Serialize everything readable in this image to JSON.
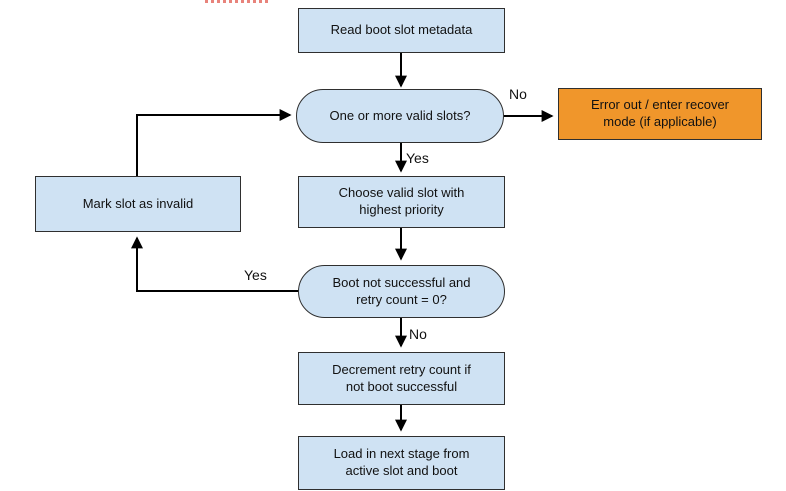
{
  "diagram": {
    "type": "flowchart",
    "nodes": {
      "read_metadata": {
        "label": "Read boot slot metadata",
        "shape": "rect",
        "fill": "#cfe2f3"
      },
      "valid_slots": {
        "label": "One or more valid slots?",
        "shape": "stadium",
        "fill": "#cfe2f3"
      },
      "error_out": {
        "label": "Error out / enter recover\nmode (if applicable)",
        "shape": "rect",
        "fill": "#f0962b"
      },
      "choose_slot": {
        "label": "Choose valid slot with\nhighest priority",
        "shape": "rect",
        "fill": "#cfe2f3"
      },
      "mark_invalid": {
        "label": "Mark slot as invalid",
        "shape": "rect",
        "fill": "#cfe2f3"
      },
      "boot_check": {
        "label": "Boot not successful and\nretry count = 0?",
        "shape": "stadium",
        "fill": "#cfe2f3"
      },
      "decrement": {
        "label": "Decrement retry count if\nnot boot successful",
        "shape": "rect",
        "fill": "#cfe2f3"
      },
      "load_stage": {
        "label": "Load in next stage from\nactive slot and boot",
        "shape": "rect",
        "fill": "#cfe2f3"
      }
    },
    "edge_labels": {
      "valid_slots_no": "No",
      "valid_slots_yes": "Yes",
      "boot_check_yes": "Yes",
      "boot_check_no": "No"
    },
    "colors": {
      "node_fill": "#cfe2f3",
      "node_border": "#2f2f2f",
      "error_fill": "#f0962b",
      "connector": "#000000",
      "text": "#111111",
      "artifact_red": "#e8837b"
    }
  }
}
